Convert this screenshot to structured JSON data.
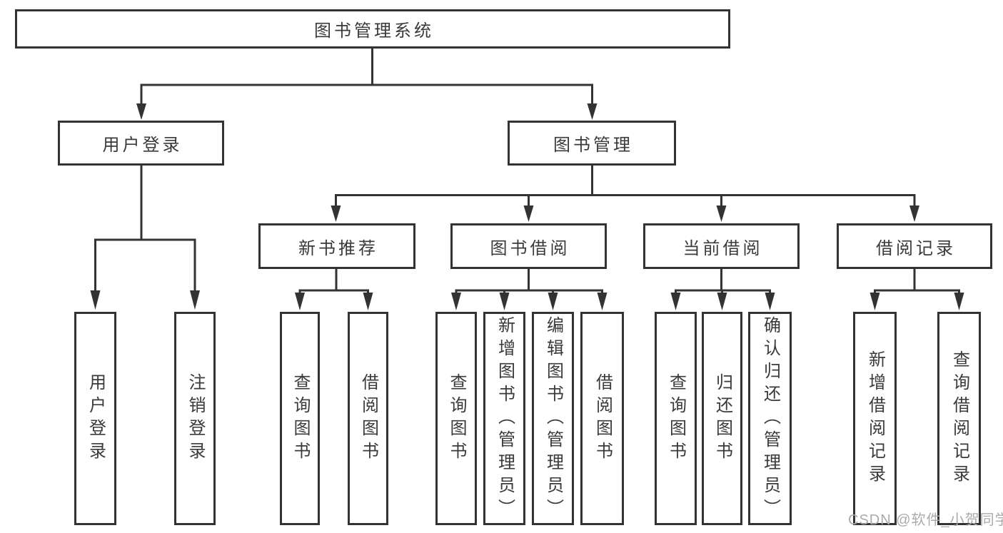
{
  "diagram": {
    "root": {
      "label": "图书管理系统"
    },
    "branches": [
      {
        "label": "用户登录",
        "children": [
          {
            "label": "用户登录"
          },
          {
            "label": "注销登录"
          }
        ]
      },
      {
        "label": "图书管理",
        "groups": [
          {
            "label": "新书推荐",
            "children": [
              {
                "label": "查询图书"
              },
              {
                "label": "借阅图书"
              }
            ]
          },
          {
            "label": "图书借阅",
            "children": [
              {
                "label": "查询图书"
              },
              {
                "label": "新增图书（管理员）"
              },
              {
                "label": "编辑图书（管理员）"
              },
              {
                "label": "借阅图书"
              }
            ]
          },
          {
            "label": "当前借阅",
            "children": [
              {
                "label": "查询图书"
              },
              {
                "label": "归还图书"
              },
              {
                "label": "确认归还（管理员）"
              }
            ]
          },
          {
            "label": "借阅记录",
            "children": [
              {
                "label": "新增借阅记录"
              },
              {
                "label": "查询借阅记录"
              }
            ]
          }
        ]
      }
    ]
  },
  "watermark": {
    "text": "CSDN @软件_小贺同学"
  },
  "colors": {
    "line": "#333333",
    "text": "#3a3a3a",
    "box_background": "#ffffff",
    "watermark": "#ababab",
    "page_background": "#ffffff"
  }
}
